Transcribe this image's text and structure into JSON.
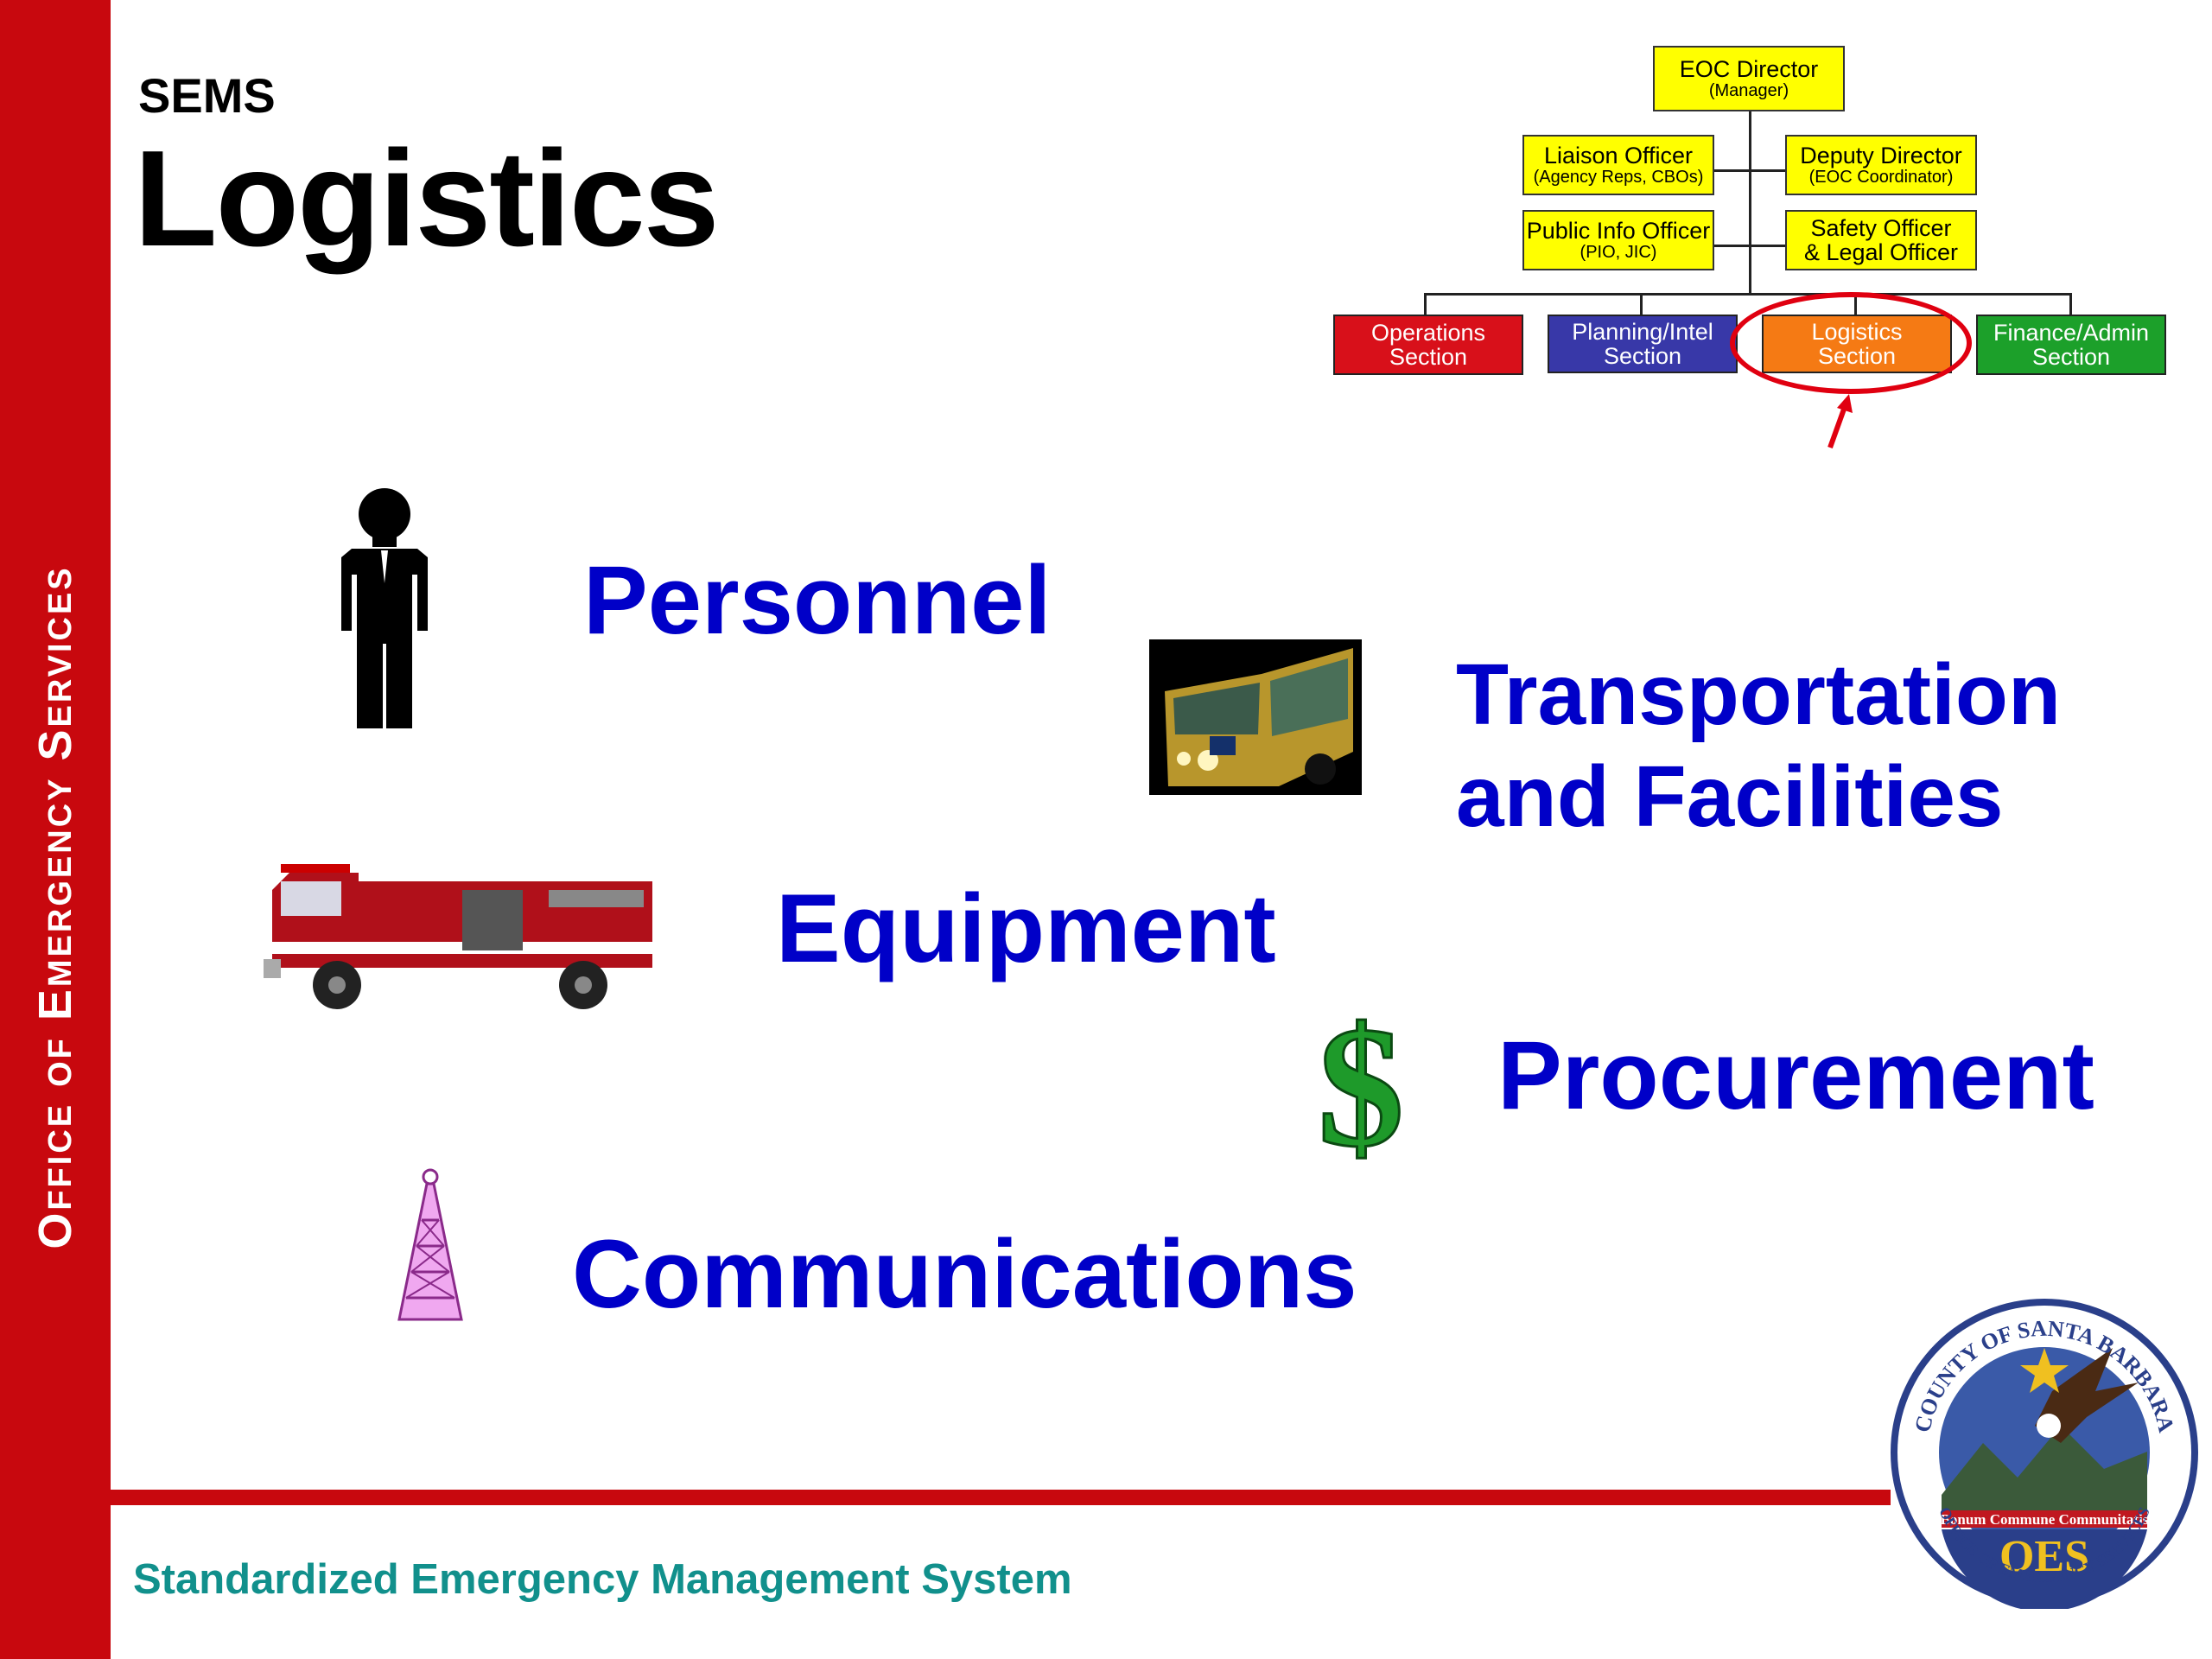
{
  "sidebar": {
    "text": "Office of Emergency Services"
  },
  "header": {
    "subtitle": "SEMS",
    "title": "Logistics"
  },
  "org_chart": {
    "director": {
      "title": "EOC Director",
      "note": "(Manager)"
    },
    "liaison": {
      "title": "Liaison Officer",
      "note": "(Agency Reps, CBOs)"
    },
    "deputy": {
      "title": "Deputy Director",
      "note": "(EOC Coordinator)"
    },
    "pio": {
      "title": "Public Info Officer",
      "note": "(PIO, JIC)"
    },
    "safety": {
      "title": "Safety Officer",
      "note": "& Legal Officer"
    },
    "sections": [
      {
        "line1": "Operations",
        "line2": "Section",
        "color": "#d8101a"
      },
      {
        "line1": "Planning/Intel",
        "line2": "Section",
        "color": "#3838a8"
      },
      {
        "line1": "Logistics",
        "line2": "Section",
        "color": "#f57a14"
      },
      {
        "line1": "Finance/Admin",
        "line2": "Section",
        "color": "#1ca02a"
      }
    ],
    "highlight_color": "#e00010"
  },
  "items": {
    "personnel": "Personnel",
    "transport_line1": "Transportation",
    "transport_line2": "and Facilities",
    "equipment": "Equipment",
    "procurement": "Procurement",
    "communications": "Communications"
  },
  "footer": {
    "tagline": "Standardized Emergency Management System"
  },
  "seal": {
    "top_text": "COUNTY OF SANTA BARBARA",
    "motto": "Bonum Commune Communitatis",
    "center": "OES",
    "bottom_text": "OFFICE OF EMERGENCY SERVICES"
  },
  "colors": {
    "brand_red": "#c8080e",
    "item_blue": "#0000c8",
    "tagline_teal": "#11908c"
  }
}
